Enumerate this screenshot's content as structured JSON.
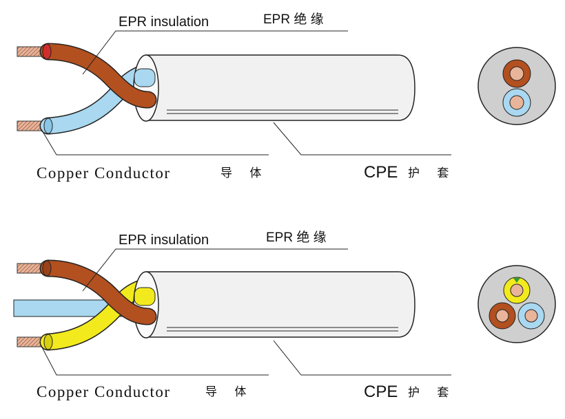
{
  "top": {
    "insulation_label": "EPR insulation",
    "insulation_label_cn": "EPR 绝 缘",
    "conductor_label": "Copper Conductor",
    "conductor_label_cn": "导 体",
    "sheath_label": "CPE",
    "sheath_label_cn": "护 套"
  },
  "bottom": {
    "insulation_label": "EPR insulation",
    "insulation_label_cn": "EPR 绝 缘",
    "conductor_label": "Copper Conductor",
    "conductor_label_cn": "导 体",
    "sheath_label": "CPE",
    "sheath_label_cn": "护 套"
  },
  "colors": {
    "brown_core": "#b3501f",
    "blue_core": "#a9d8f0",
    "yellow_core": "#f2ea1c",
    "copper": "#e8b49a",
    "sheath": "#f1f1f1",
    "cross_section_sheath": "#cfcfcf",
    "earth_mark": "#2a9a3a"
  }
}
